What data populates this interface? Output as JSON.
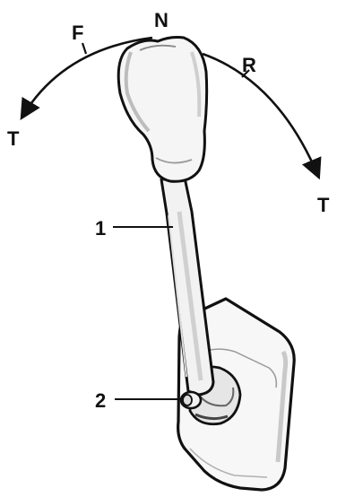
{
  "diagram": {
    "positions": {
      "forward": "F",
      "neutral": "N",
      "reverse": "R",
      "throttle_left": "T",
      "throttle_right": "T"
    },
    "callouts": {
      "lever": "1",
      "button": "2"
    },
    "colors": {
      "ink": "#111111",
      "fill": "#f7f7f7",
      "shade": "#c9c9c9",
      "dark": "#555555"
    }
  }
}
